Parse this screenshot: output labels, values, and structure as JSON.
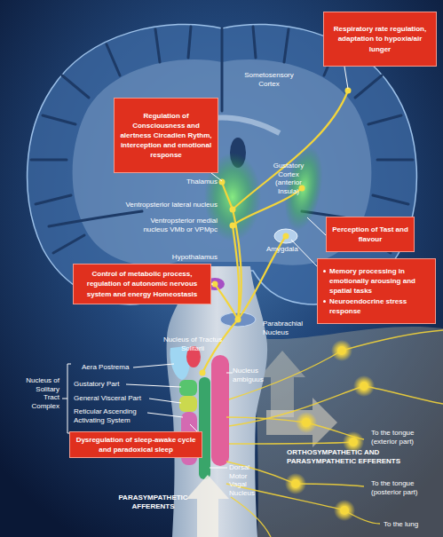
{
  "diagram": {
    "nodes": [
      {
        "text": [
          "Respiratory rate regulation, adaptation to hypoxia/air lunger"
        ]
      },
      {
        "text": [
          "Regulation of Consciousness and alertness Circadien Rythm, interception and emotional response"
        ]
      },
      {
        "text": [
          "Perception of Tast and flavour"
        ]
      },
      {
        "text": [
          "Memory processing in emotionally arousing and spatial tasks",
          "Neuroendocrine stress response"
        ]
      },
      {
        "text": [
          "Control of metabolic process, regulation of autonomic nervous system and energy Homeostasis"
        ]
      },
      {
        "text": [
          "Dysregulation of sleep-awake cycle and paradoxical sleep"
        ]
      }
    ],
    "labels": [
      "Sometosensory Cortex",
      "Gustatory Cortex (anterior Insula)",
      "Thalamus",
      "Ventropsterior lateral nucleus",
      "Ventropsterior medial nucleus VMb or VPMpc",
      "Amygdala",
      "Hypothalamus",
      "Parabrachial Nucleus",
      "Nucleus of Tractus Solitarii",
      "Aera Postrema",
      "Nucleus ambiguus",
      "Nucleus of Solitary Tract Complex",
      "Gustatory Part",
      "General Visceral Part",
      "Reticular Ascending Activating System",
      "To the tongue (exterior part)",
      "ORTHOSYMPATHETIC AND PARASYMPATHETIC EFFERENTS",
      "Dorsal Motor Vagal Nucleus",
      "To the tongue (posterior part)",
      "PARASYMPATHETIC AFFERENTS",
      "To the lung"
    ]
  }
}
